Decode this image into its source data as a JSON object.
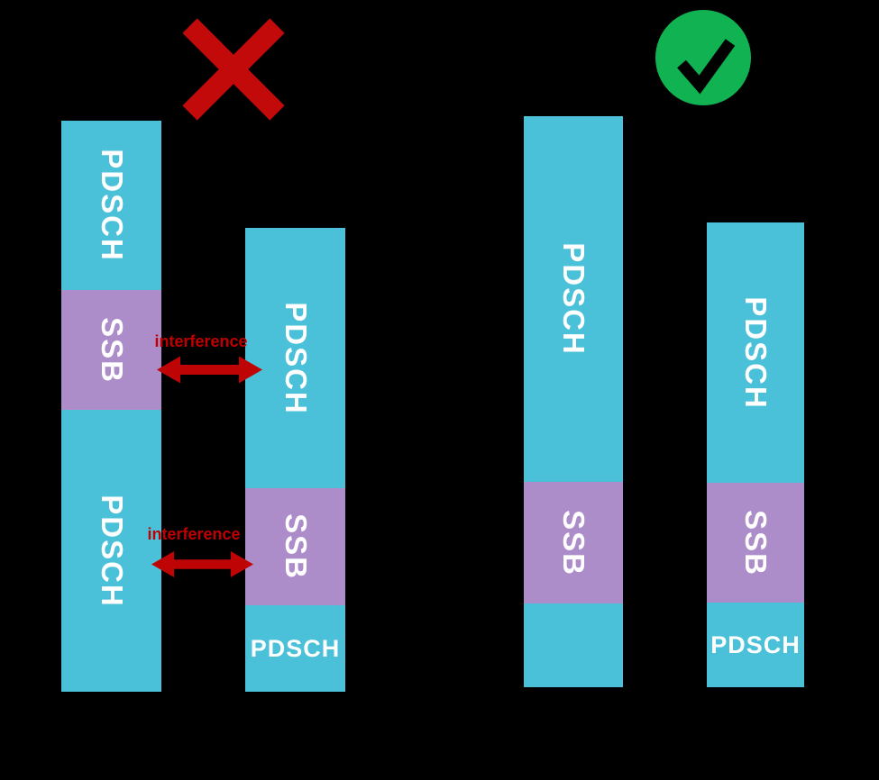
{
  "diagram": {
    "background": "#000000",
    "colors": {
      "pdsch_fill": "#4BC1D9",
      "ssb_fill": "#AC8DC9",
      "interference_red": "#C00000",
      "arrow_red": "#BE0404",
      "cross_red": "#C20A0A",
      "check_green": "#10B252",
      "segment_text": "#FFFFFF"
    },
    "bad_scenario": {
      "verdict_icon": "cross",
      "columns": [
        {
          "segments": [
            {
              "label": "PDSCH",
              "kind": "pdsch"
            },
            {
              "label": "SSB",
              "kind": "ssb"
            },
            {
              "label": "PDSCH",
              "kind": "pdsch"
            }
          ]
        },
        {
          "segments": [
            {
              "label": "PDSCH",
              "kind": "pdsch"
            },
            {
              "label": "SSB",
              "kind": "ssb"
            },
            {
              "label": "PDSCH",
              "kind": "pdsch"
            }
          ]
        }
      ],
      "annotations": [
        {
          "label": "interference"
        },
        {
          "label": "interference"
        }
      ]
    },
    "good_scenario": {
      "verdict_icon": "check",
      "columns": [
        {
          "segments": [
            {
              "label": "PDSCH",
              "kind": "pdsch"
            },
            {
              "label": "SSB",
              "kind": "ssb"
            },
            {
              "label": "",
              "kind": "pdsch"
            }
          ]
        },
        {
          "segments": [
            {
              "label": "PDSCH",
              "kind": "pdsch"
            },
            {
              "label": "SSB",
              "kind": "ssb"
            },
            {
              "label": "PDSCH",
              "kind": "pdsch"
            }
          ]
        }
      ]
    }
  }
}
